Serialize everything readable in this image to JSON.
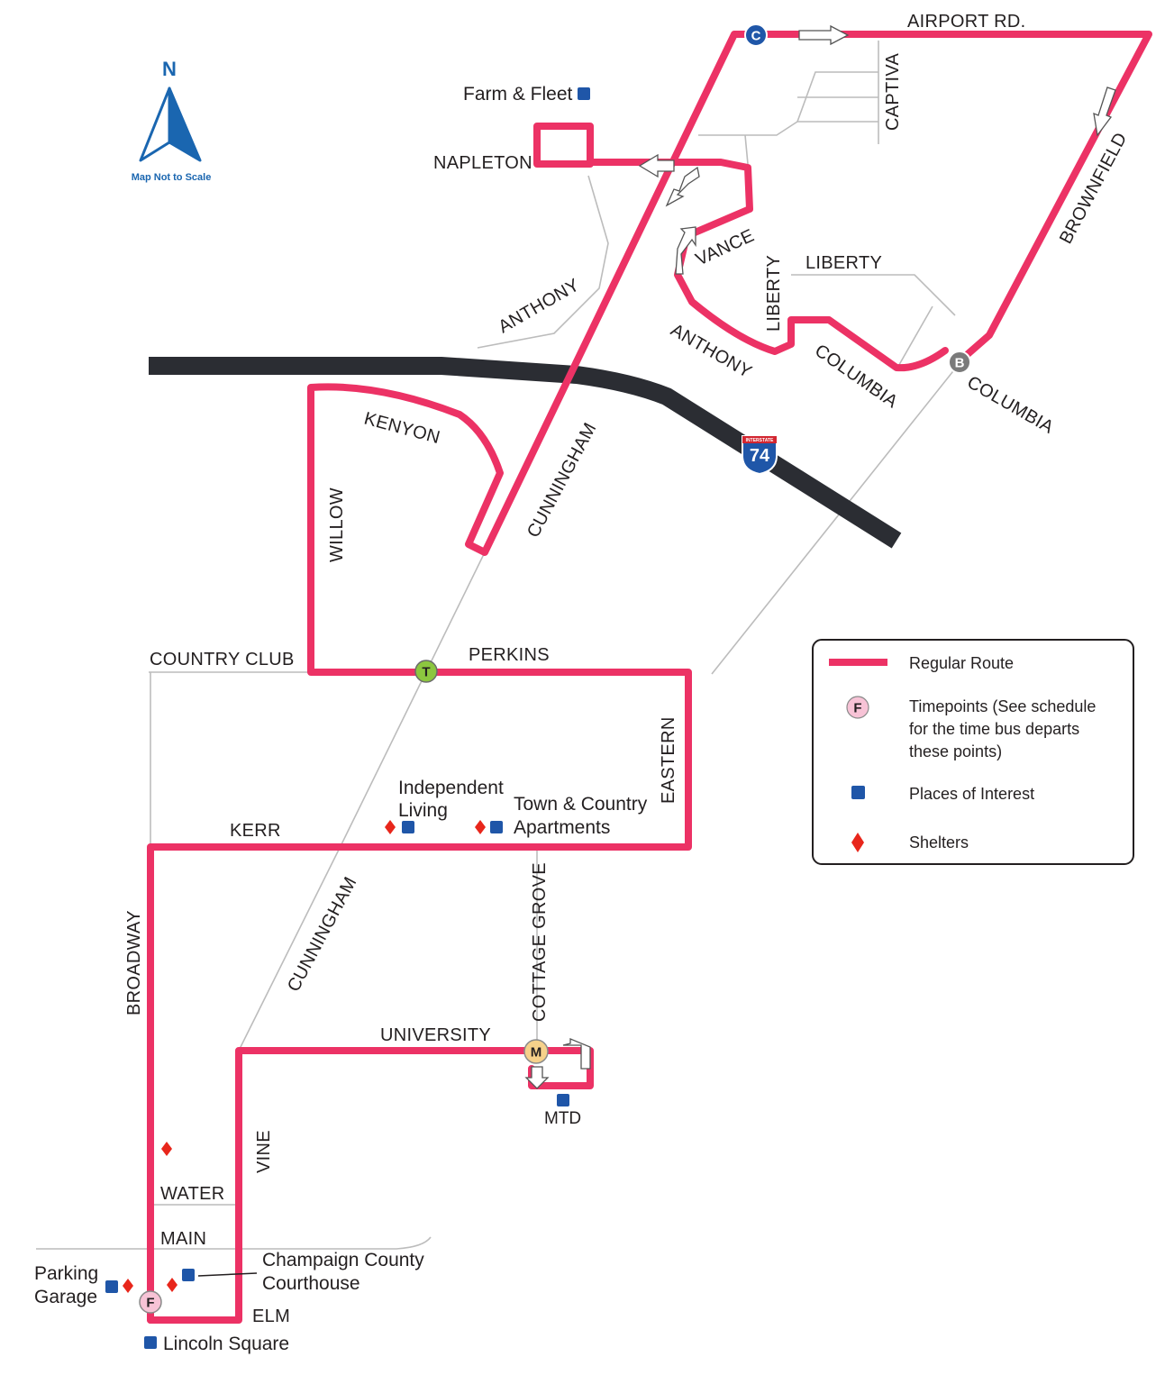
{
  "colors": {
    "route": "#ec3265",
    "interstate": "#2b2d33",
    "minor_street": "#bcbcbc",
    "poi": "#1f56a8",
    "shelter": "#e8261b",
    "timepoint_F": "#f7c3d6",
    "timepoint_C": "#1f56a8",
    "timepoint_B": "#7a7a7a",
    "timepoint_T": "#8cc63f",
    "timepoint_M": "#f6d18a",
    "north": "#1a66b0"
  },
  "north_arrow": {
    "letter": "N",
    "note": "Map Not to Scale",
    "icon": "north-arrow-icon"
  },
  "streets": {
    "airport": "AIRPORT RD.",
    "captiva": "CAPTIVA",
    "brownfield": "BROWNFIELD",
    "napleton": "NAPLETON",
    "vance": "VANCE",
    "liberty_h": "LIBERTY",
    "liberty_v": "LIBERTY",
    "anthony_w": "ANTHONY",
    "anthony_e": "ANTHONY",
    "columbia_w": "COLUMBIA",
    "columbia_e": "COLUMBIA",
    "kenyon": "KENYON",
    "willow": "WILLOW",
    "cunningham_n": "CUNNINGHAM",
    "cunningham_s": "CUNNINGHAM",
    "country_club": "COUNTRY CLUB",
    "perkins": "PERKINS",
    "eastern": "EASTERN",
    "kerr": "KERR",
    "broadway": "BROADWAY",
    "cottage_grove": "COTTAGE GROVE",
    "university": "UNIVERSITY",
    "vine": "VINE",
    "water": "WATER",
    "main": "MAIN",
    "elm": "ELM"
  },
  "interstate": {
    "number": "74",
    "top_label": "INTERSTATE"
  },
  "places": {
    "farm_fleet": "Farm & Fleet",
    "independent_living_1": "Independent",
    "independent_living_2": "Living",
    "town_country_1": "Town & Country",
    "town_country_2": "Apartments",
    "mtd": "MTD",
    "parking_1": "Parking",
    "parking_2": "Garage",
    "courthouse_1": "Champaign County",
    "courthouse_2": "Courthouse",
    "lincoln_square": "Lincoln Square"
  },
  "timepoints": {
    "c": "C",
    "b": "B",
    "t": "T",
    "m": "M",
    "f": "F"
  },
  "legend": {
    "route": "Regular Route",
    "timepoints_1": "Timepoints (See schedule",
    "timepoints_2": "for the time bus departs",
    "timepoints_3": "these points)",
    "timepoint_letter": "F",
    "places": "Places of Interest",
    "shelters": "Shelters"
  }
}
